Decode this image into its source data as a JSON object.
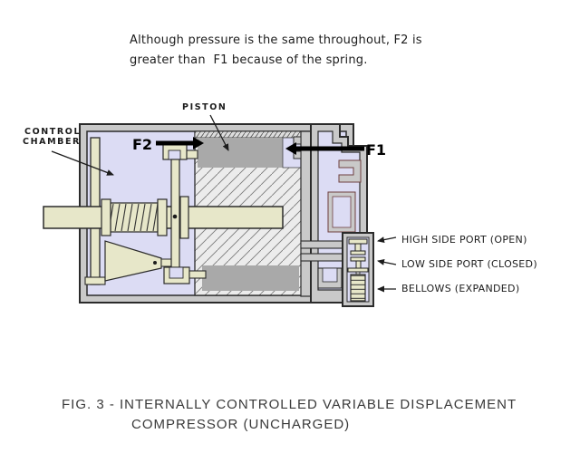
{
  "intro": {
    "line1": "Although pressure is the same throughout, F2 is",
    "line2": "greater than  F1 because of the spring."
  },
  "diagram": {
    "labels": {
      "piston": "PISTON",
      "control_line1": "CONTROL",
      "control_line2": "CHAMBER",
      "f2": "F2",
      "f1": "F1",
      "high_side_port": "HIGH SIDE PORT (OPEN)",
      "low_side_port": "LOW SIDE PORT (CLOSED)",
      "bellows": "BELLOWS (EXPANDED)"
    },
    "colors": {
      "chamber_lavender": "#dcdcf4",
      "body_gray": "#c9c9c9",
      "piston_gray": "#a9a9a9",
      "shaft_beige": "#e7e7c9",
      "outline": "#2b2b2b",
      "passage_maroon": "#6e3f3f"
    }
  },
  "caption": {
    "line1": "FIG. 3 - INTERNALLY CONTROLLED VARIABLE DISPLACEMENT",
    "line2": "COMPRESSOR (UNCHARGED)"
  }
}
